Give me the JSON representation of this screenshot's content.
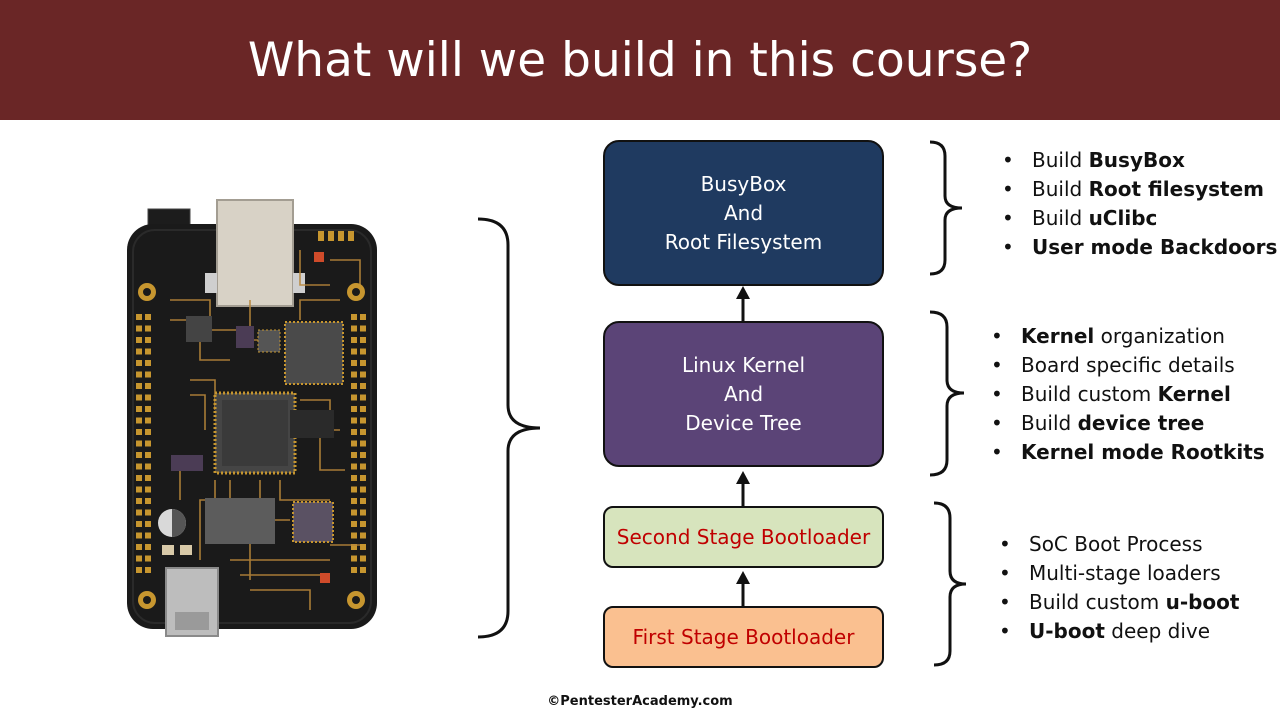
{
  "title": "What will we build in this course?",
  "boxes": {
    "busybox": [
      "BusyBox",
      "And",
      "Root Filesystem"
    ],
    "kernel": [
      "Linux Kernel",
      "And",
      "Device Tree"
    ],
    "second_stage": "Second Stage Bootloader",
    "first_stage": "First Stage Bootloader"
  },
  "bullets": {
    "busybox": [
      [
        {
          "t": "Build ",
          "b": false
        },
        {
          "t": "BusyBox",
          "b": true
        }
      ],
      [
        {
          "t": "Build ",
          "b": false
        },
        {
          "t": "Root filesystem",
          "b": true
        }
      ],
      [
        {
          "t": "Build ",
          "b": false
        },
        {
          "t": "uClibc",
          "b": true
        }
      ],
      [
        {
          "t": "User mode Backdoors",
          "b": true
        }
      ]
    ],
    "kernel": [
      [
        {
          "t": "Kernel",
          "b": true
        },
        {
          "t": " organization",
          "b": false
        }
      ],
      [
        {
          "t": "Board specific details",
          "b": false
        }
      ],
      [
        {
          "t": "Build custom ",
          "b": false
        },
        {
          "t": "Kernel",
          "b": true
        }
      ],
      [
        {
          "t": "Build ",
          "b": false
        },
        {
          "t": "device tree",
          "b": true
        }
      ],
      [
        {
          "t": "Kernel mode Rootkits",
          "b": true
        }
      ]
    ],
    "boot": [
      [
        {
          "t": "SoC Boot Process",
          "b": false
        }
      ],
      [
        {
          "t": "Multi-stage loaders",
          "b": false
        }
      ],
      [
        {
          "t": "Build custom ",
          "b": false
        },
        {
          "t": "u-boot",
          "b": true
        }
      ],
      [
        {
          "t": "U-boot",
          "b": true
        },
        {
          "t": " deep dive",
          "b": false
        }
      ]
    ]
  },
  "footer": "©PentesterAcademy.com",
  "colors": {
    "title_bar": "#6a2626",
    "busybox_box": "#1f3a60",
    "kernel_box": "#5b4477",
    "second_stage_box": "#d7e4bd",
    "first_stage_box": "#fac090",
    "bootloader_text": "#c00000",
    "board_pcb": "#1a1a1a",
    "board_traces": "#b7863a"
  },
  "icons": [
    "development-board-illustration",
    "curly-brace",
    "up-arrow"
  ]
}
